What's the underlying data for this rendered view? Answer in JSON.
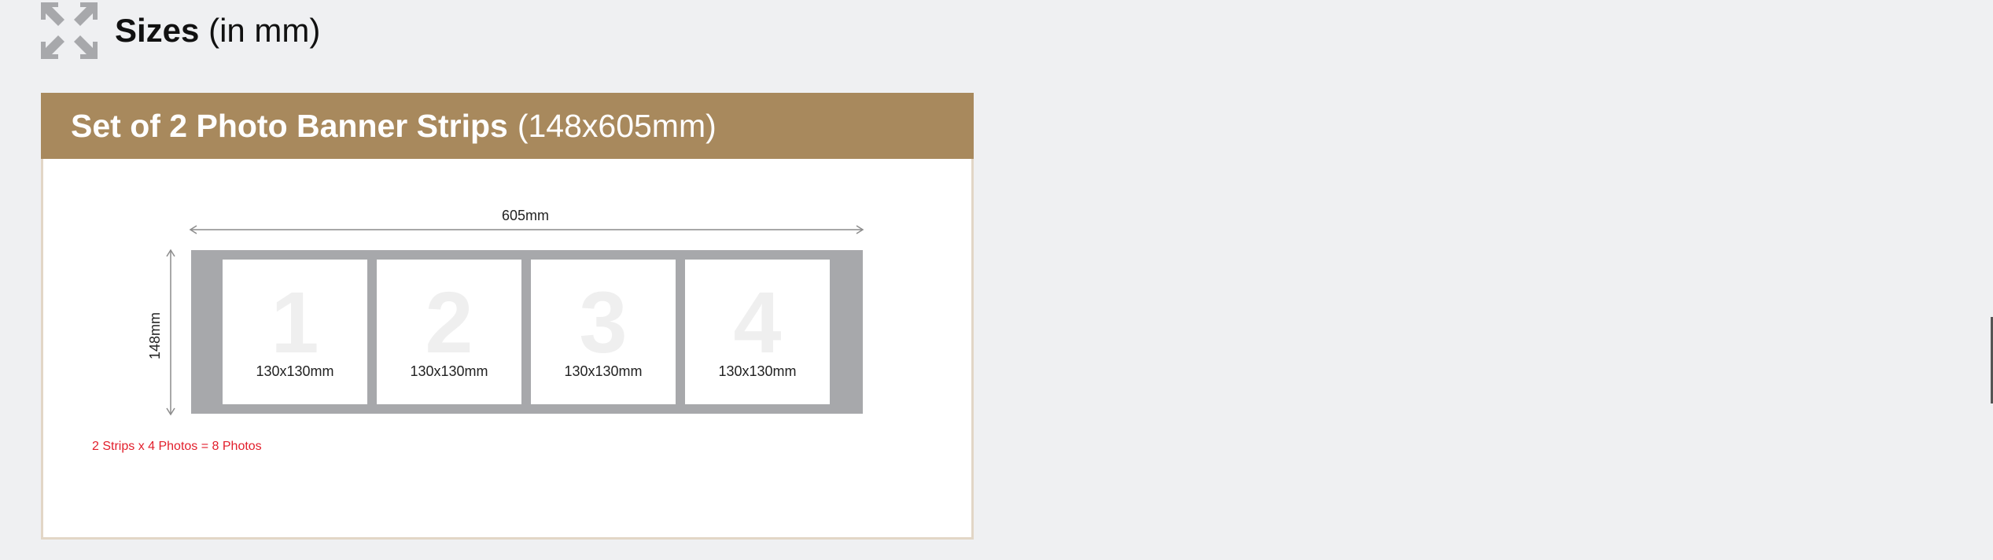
{
  "section": {
    "icon": "expand-arrows-icon",
    "title": "Sizes",
    "unit": "(in mm)"
  },
  "product": {
    "name": "Set of 2 Photo Banner Strips",
    "dimensions": "(148x605mm)",
    "header_color": "#a8895d"
  },
  "diagram": {
    "width_label": "605mm",
    "height_label": "148mm",
    "strip_color": "#a7a8ab",
    "frames": [
      {
        "number": "1",
        "size": "130x130mm"
      },
      {
        "number": "2",
        "size": "130x130mm"
      },
      {
        "number": "3",
        "size": "130x130mm"
      },
      {
        "number": "4",
        "size": "130x130mm"
      }
    ]
  },
  "note": {
    "text": "2 Strips x 4 Photos = 8 Photos",
    "color": "#e21e2b"
  }
}
